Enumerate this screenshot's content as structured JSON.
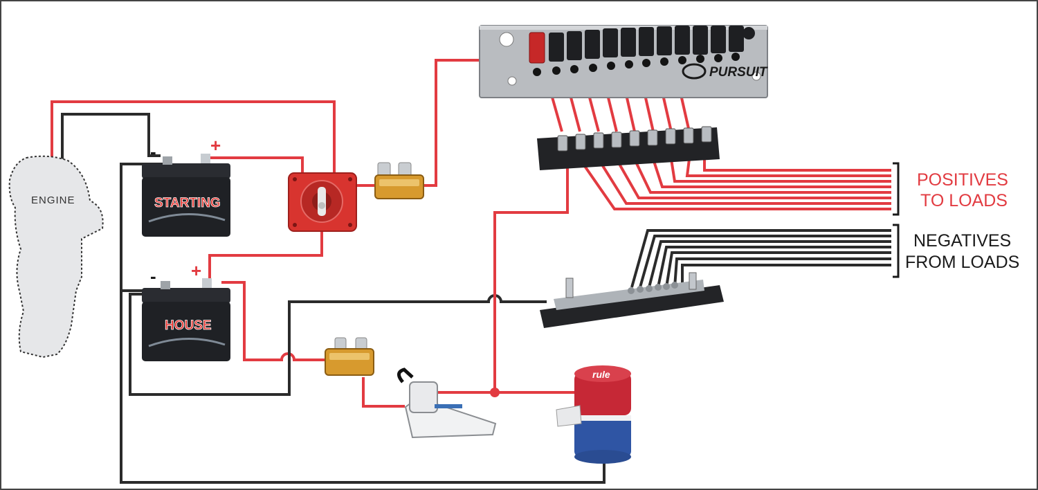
{
  "colors": {
    "positive_wire": "#e23b41",
    "negative_wire": "#2b2b2b",
    "panel": "#b9bcc0",
    "battery": "#1f2125",
    "switch": "#d8342f",
    "fuse": "#d79a2e"
  },
  "labels": {
    "engine": "ENGINE",
    "starting": "STARTING",
    "house": "HOUSE",
    "positives_line1": "POSITIVES",
    "positives_line2": "TO LOADS",
    "negatives_line1": "NEGATIVES",
    "negatives_line2": "FROM LOADS",
    "plus": "+",
    "minus": "-",
    "panel_brand": "PURSUIT",
    "pump_brand": "rule"
  },
  "icons": {
    "engine": "engine-outline-icon",
    "battery": "battery-icon",
    "switch": "battery-switch-icon",
    "fuse": "blade-fuse-icon",
    "panel": "switch-panel-icon",
    "terminal_block": "terminal-block-icon",
    "bus_bar": "bus-bar-icon",
    "float_switch": "float-switch-icon",
    "bilge_pump": "bilge-pump-icon"
  }
}
